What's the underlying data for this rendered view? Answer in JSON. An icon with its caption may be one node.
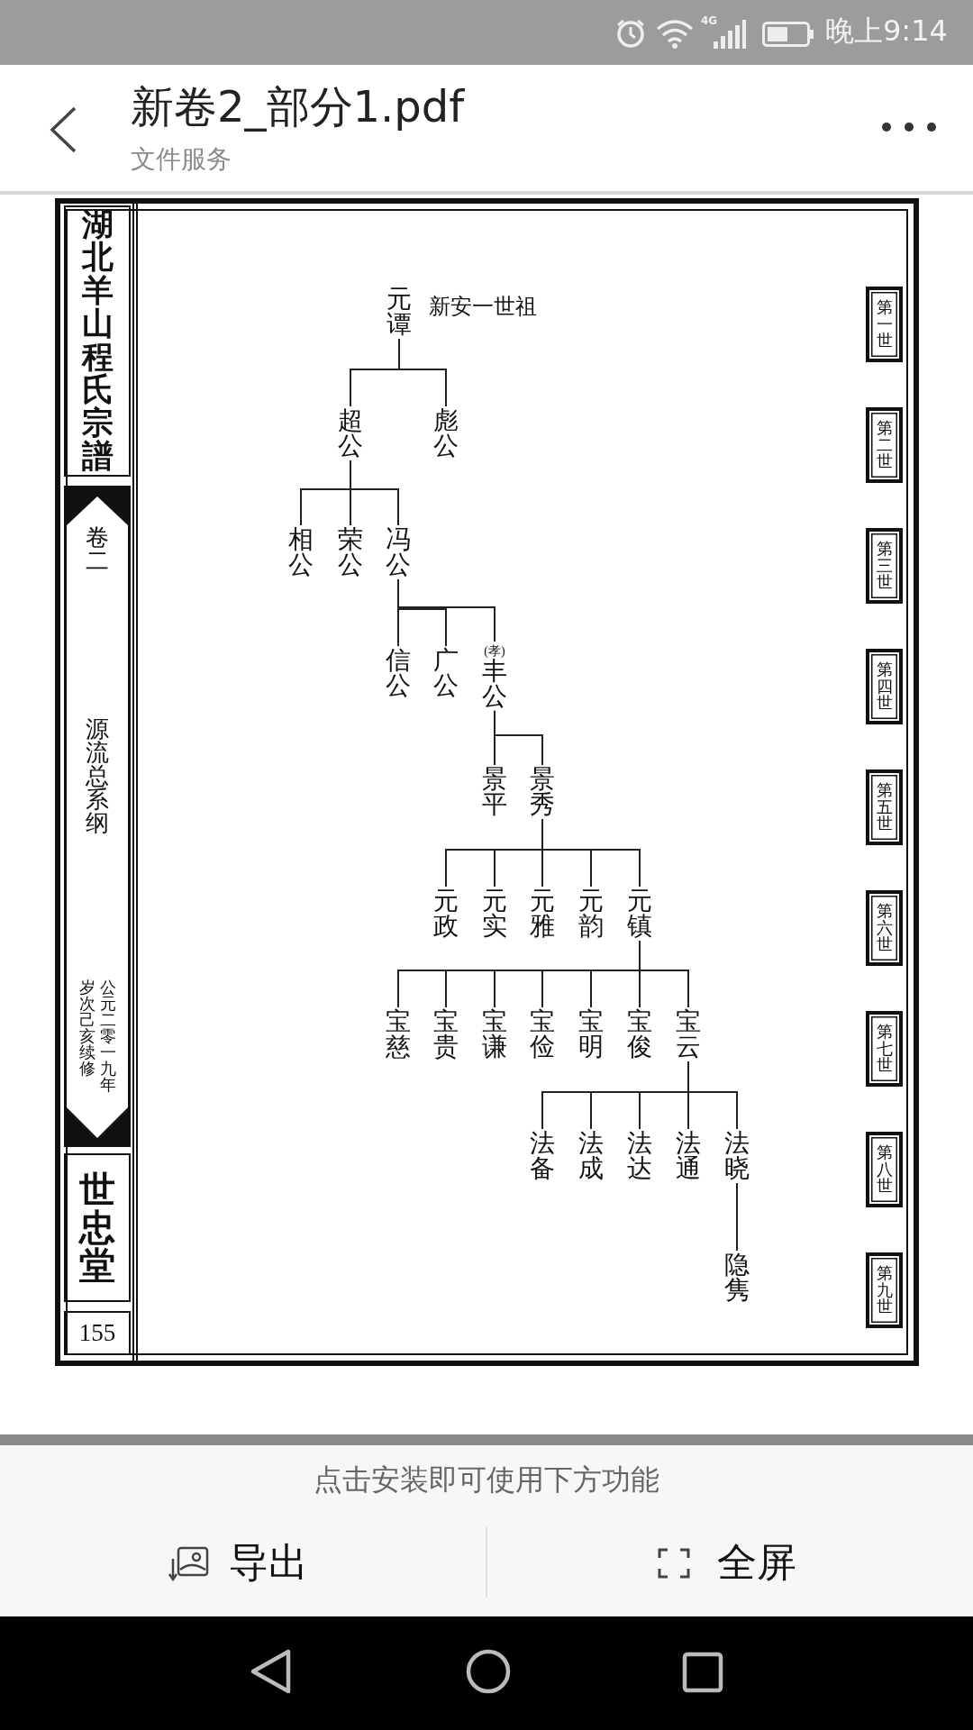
{
  "diagram": {
    "nodes": [
      {
        "text": [
          "湖北羊山程氏宗譜"
        ]
      },
      {
        "text": [
          "卷二",
          "源流总系纲",
          "公元二零一九年",
          "岁次己亥续修"
        ]
      },
      {
        "text": [
          "世忠堂"
        ]
      },
      {
        "text": [
          "155"
        ]
      },
      {
        "text": [
          "元谭"
        ],
        "beside": [
          "新安一世祖"
        ]
      },
      {
        "text": [
          "超公"
        ]
      },
      {
        "text": [
          "彪公"
        ]
      },
      {
        "text": [
          "相公"
        ]
      },
      {
        "text": [
          "荣公"
        ]
      },
      {
        "text": [
          "冯公"
        ]
      },
      {
        "text": [
          "信公"
        ]
      },
      {
        "text": [
          "广公"
        ]
      },
      {
        "text": [
          "丰公"
        ],
        "beside": [
          "(孝)"
        ]
      },
      {
        "text": [
          "景平"
        ]
      },
      {
        "text": [
          "景秀"
        ]
      },
      {
        "text": [
          "元政"
        ]
      },
      {
        "text": [
          "元实"
        ]
      },
      {
        "text": [
          "元雅"
        ]
      },
      {
        "text": [
          "元韵"
        ]
      },
      {
        "text": [
          "元镇"
        ]
      },
      {
        "text": [
          "宝慈"
        ]
      },
      {
        "text": [
          "宝贵"
        ]
      },
      {
        "text": [
          "宝谦"
        ]
      },
      {
        "text": [
          "宝俭"
        ]
      },
      {
        "text": [
          "宝明"
        ]
      },
      {
        "text": [
          "宝俊"
        ]
      },
      {
        "text": [
          "宝云"
        ]
      },
      {
        "text": [
          "法备"
        ]
      },
      {
        "text": [
          "法成"
        ]
      },
      {
        "text": [
          "法达"
        ]
      },
      {
        "text": [
          "法通"
        ]
      },
      {
        "text": [
          "法晓"
        ]
      },
      {
        "text": [
          "隐隽"
        ]
      },
      {
        "text": [
          "第一世"
        ]
      },
      {
        "text": [
          "第二世"
        ]
      },
      {
        "text": [
          "第三世"
        ]
      },
      {
        "text": [
          "第四世"
        ]
      },
      {
        "text": [
          "第五世"
        ]
      },
      {
        "text": [
          "第六世"
        ]
      },
      {
        "text": [
          "第七世"
        ]
      },
      {
        "text": [
          "第八世"
        ]
      },
      {
        "text": [
          "第九世"
        ]
      }
    ],
    "edges": [
      {
        "from": 4,
        "to": 5,
        "arrow": "none"
      },
      {
        "from": 4,
        "to": 6,
        "arrow": "none"
      },
      {
        "from": 5,
        "to": 7,
        "arrow": "none"
      },
      {
        "from": 5,
        "to": 8,
        "arrow": "none"
      },
      {
        "from": 5,
        "to": 9,
        "arrow": "none"
      },
      {
        "from": 9,
        "to": 10,
        "arrow": "none"
      },
      {
        "from": 9,
        "to": 11,
        "arrow": "none"
      },
      {
        "from": 9,
        "to": 12,
        "arrow": "none"
      },
      {
        "from": 12,
        "to": 13,
        "arrow": "none"
      },
      {
        "from": 12,
        "to": 14,
        "arrow": "none"
      },
      {
        "from": 14,
        "to": 15,
        "arrow": "none"
      },
      {
        "from": 14,
        "to": 16,
        "arrow": "none"
      },
      {
        "from": 14,
        "to": 17,
        "arrow": "none"
      },
      {
        "from": 14,
        "to": 18,
        "arrow": "none"
      },
      {
        "from": 14,
        "to": 19,
        "arrow": "none"
      },
      {
        "from": 19,
        "to": 20,
        "arrow": "none"
      },
      {
        "from": 19,
        "to": 21,
        "arrow": "none"
      },
      {
        "from": 19,
        "to": 22,
        "arrow": "none"
      },
      {
        "from": 19,
        "to": 23,
        "arrow": "none"
      },
      {
        "from": 19,
        "to": 24,
        "arrow": "none"
      },
      {
        "from": 19,
        "to": 25,
        "arrow": "none"
      },
      {
        "from": 19,
        "to": 26,
        "arrow": "none"
      },
      {
        "from": 26,
        "to": 27,
        "arrow": "none"
      },
      {
        "from": 26,
        "to": 28,
        "arrow": "none"
      },
      {
        "from": 26,
        "to": 29,
        "arrow": "none"
      },
      {
        "from": 26,
        "to": 30,
        "arrow": "none"
      },
      {
        "from": 26,
        "to": 31,
        "arrow": "none"
      },
      {
        "from": 31,
        "to": 32,
        "arrow": "none"
      }
    ],
    "labels": [
      "晚上9:14",
      "4G",
      "新卷2_部分1.pdf",
      "文件服务",
      "点击安装即可使用下方功能",
      "导出",
      "全屏"
    ]
  }
}
